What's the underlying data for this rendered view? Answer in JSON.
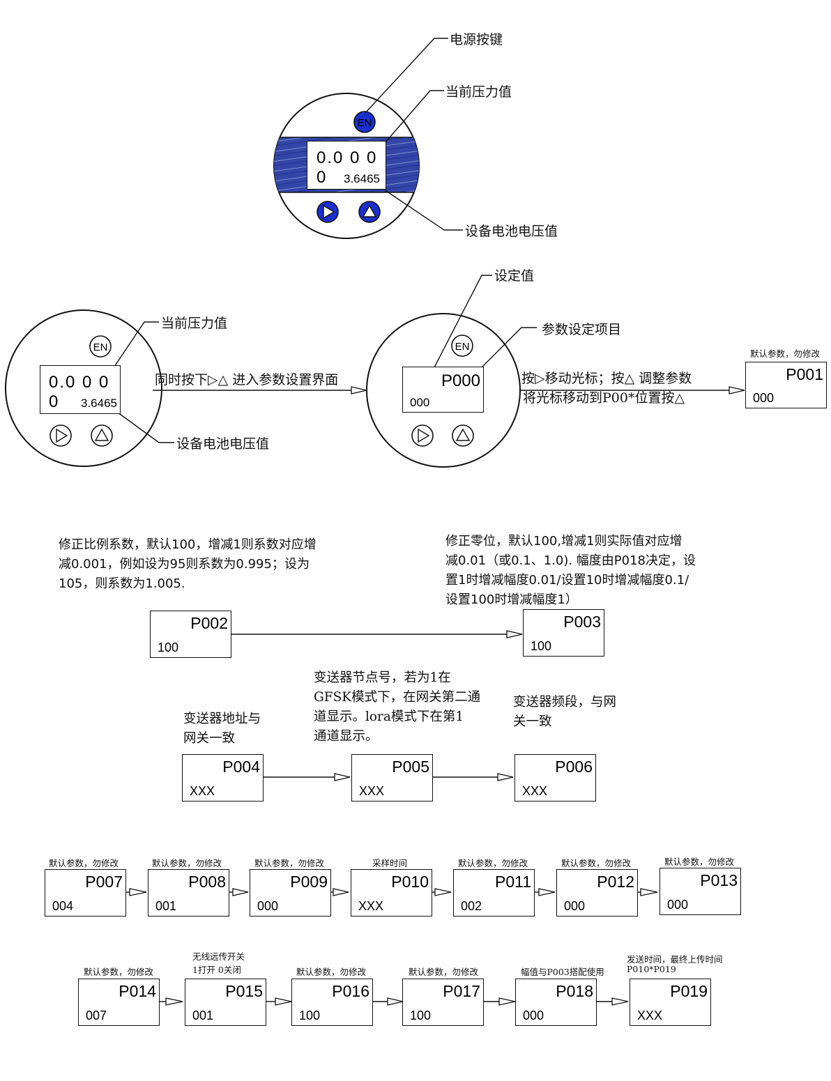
{
  "device_top": {
    "en_label": "EN",
    "pressure": "0.0000",
    "pressure_display": "0.0 0 0 0",
    "battery": "3.6465",
    "labels": {
      "power_key": "电源按键",
      "current_pressure": "当前压力值",
      "battery_voltage": "设备电池电压值"
    },
    "band_color": "#2a3c9e",
    "button_color": "#1a2fd0"
  },
  "device_left": {
    "en_label": "EN",
    "pressure_display": "0.0 0 0 0",
    "battery": "3.6465",
    "labels": {
      "current_pressure": "当前压力值",
      "battery_voltage": "设备电池电压值"
    }
  },
  "arrow_enter": {
    "text": "同时按下▷△ 进入参数设置界面"
  },
  "device_mid": {
    "en_label": "EN",
    "code": "P000",
    "value": "000",
    "labels": {
      "set_value": "设定值",
      "param_item": "参数设定项目"
    }
  },
  "arrow_cursor": {
    "line1": "按▷移动光标；按△ 调整参数",
    "line2": "将光标移动到P00*位置按△"
  },
  "notes": {
    "p002": [
      "修正比例系数，默认100，增减1则系数对应增",
      "减0.001，例如设为95则系数为0.995；设为",
      "105，则系数为1.005."
    ],
    "p003": [
      "修正零位，默认100,增减1则实际值对应增",
      "减0.01（或0.1、1.0). 幅度由P018决定，设",
      "置1时增减幅度0.01/设置10时增减幅度0.1/",
      "设置100时增减幅度1）"
    ],
    "p004": [
      "变送器地址与",
      "网关一致"
    ],
    "p005": [
      "变送器节点号，若为1在",
      "GFSK模式下，在网关第二通",
      "道显示。lora模式下在第1",
      "通道显示。"
    ],
    "p006": [
      "变送器频段，与网",
      "关一致"
    ]
  },
  "params": [
    {
      "code": "P001",
      "value": "000",
      "note": [
        "默认参数，勿修改"
      ]
    },
    {
      "code": "P002",
      "value": "100",
      "note": []
    },
    {
      "code": "P003",
      "value": "100",
      "note": []
    },
    {
      "code": "P004",
      "value": "XXX",
      "note": []
    },
    {
      "code": "P005",
      "value": "XXX",
      "note": []
    },
    {
      "code": "P006",
      "value": "XXX",
      "note": []
    },
    {
      "code": "P007",
      "value": "004",
      "note": [
        "默认参数，勿修改"
      ]
    },
    {
      "code": "P008",
      "value": "001",
      "note": [
        "默认参数，勿修改"
      ]
    },
    {
      "code": "P009",
      "value": "000",
      "note": [
        "默认参数，勿修改"
      ]
    },
    {
      "code": "P010",
      "value": "XXX",
      "note": [
        "采样时间"
      ]
    },
    {
      "code": "P011",
      "value": "002",
      "note": [
        "默认参数，勿修改"
      ]
    },
    {
      "code": "P012",
      "value": "000",
      "note": [
        "默认参数，勿修改"
      ]
    },
    {
      "code": "P013",
      "value": "000",
      "note": [
        "默认参数，勿修改"
      ]
    },
    {
      "code": "P014",
      "value": "007",
      "note": [
        "默认参数，勿修改"
      ]
    },
    {
      "code": "P015",
      "value": "001",
      "note": [
        "无线远传开关",
        "1打开  0关闭"
      ]
    },
    {
      "code": "P016",
      "value": "100",
      "note": [
        "默认参数，勿修改"
      ]
    },
    {
      "code": "P017",
      "value": "100",
      "note": [
        "默认参数，勿修改"
      ]
    },
    {
      "code": "P018",
      "value": "000",
      "note": [
        "幅值与P003搭配使用"
      ]
    },
    {
      "code": "P019",
      "value": "XXX",
      "note": [
        "发送时间，最终上传时间",
        "P010*P019"
      ]
    }
  ]
}
